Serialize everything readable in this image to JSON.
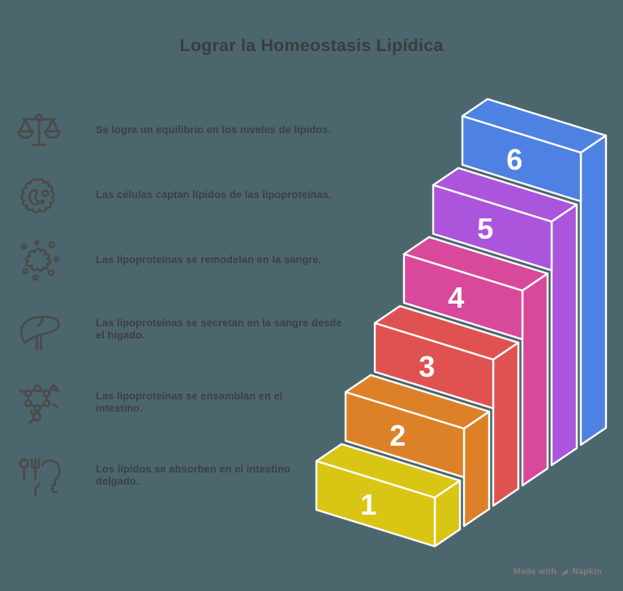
{
  "title": "Lograr la Homeostasis Lipídica",
  "items": [
    {
      "step": 6,
      "icon": "balance-scale-icon",
      "text": "Se logra un equilibrio en los niveles de lípidos."
    },
    {
      "step": 5,
      "icon": "cell-icon",
      "text": "Las células captan lípidos de las lipoproteínas."
    },
    {
      "step": 4,
      "icon": "blood-splat-icon",
      "text": "Las lipoproteínas se remodelan en la sangre."
    },
    {
      "step": 3,
      "icon": "liver-icon",
      "text": "Las lipoproteínas se secretan en la sangre desde\nel hígado."
    },
    {
      "step": 2,
      "icon": "molecule-icon",
      "text": "Las lipoproteínas se ensamblan en el\nintestino."
    },
    {
      "step": 1,
      "icon": "cutlery-head-icon",
      "text": "Los lípidos se absorben en el intestino\ndelgado."
    }
  ],
  "chart_data": {
    "type": "bar",
    "variant": "isometric-staircase",
    "title": "",
    "categories": [
      "1",
      "2",
      "3",
      "4",
      "5",
      "6"
    ],
    "values": [
      1,
      2,
      3,
      4,
      5,
      6
    ],
    "labels": [
      "1",
      "2",
      "3",
      "4",
      "5",
      "6"
    ],
    "colors": [
      "#d9c514",
      "#dd8128",
      "#e05252",
      "#d8499b",
      "#ab55dc",
      "#4d82e2"
    ],
    "label_color": "#ffffff",
    "edge_color": "#ffffff",
    "ylim": [
      0,
      6
    ],
    "grid": false,
    "legend": false
  },
  "watermark": {
    "made_with": "Made with",
    "brand": "Napkin"
  },
  "colors": {
    "background": "#4c666e",
    "title": "#3a3d3f",
    "body_text": "#3c4043",
    "icon_stroke": "#4b4b4b",
    "watermark": "#8d7a76"
  }
}
